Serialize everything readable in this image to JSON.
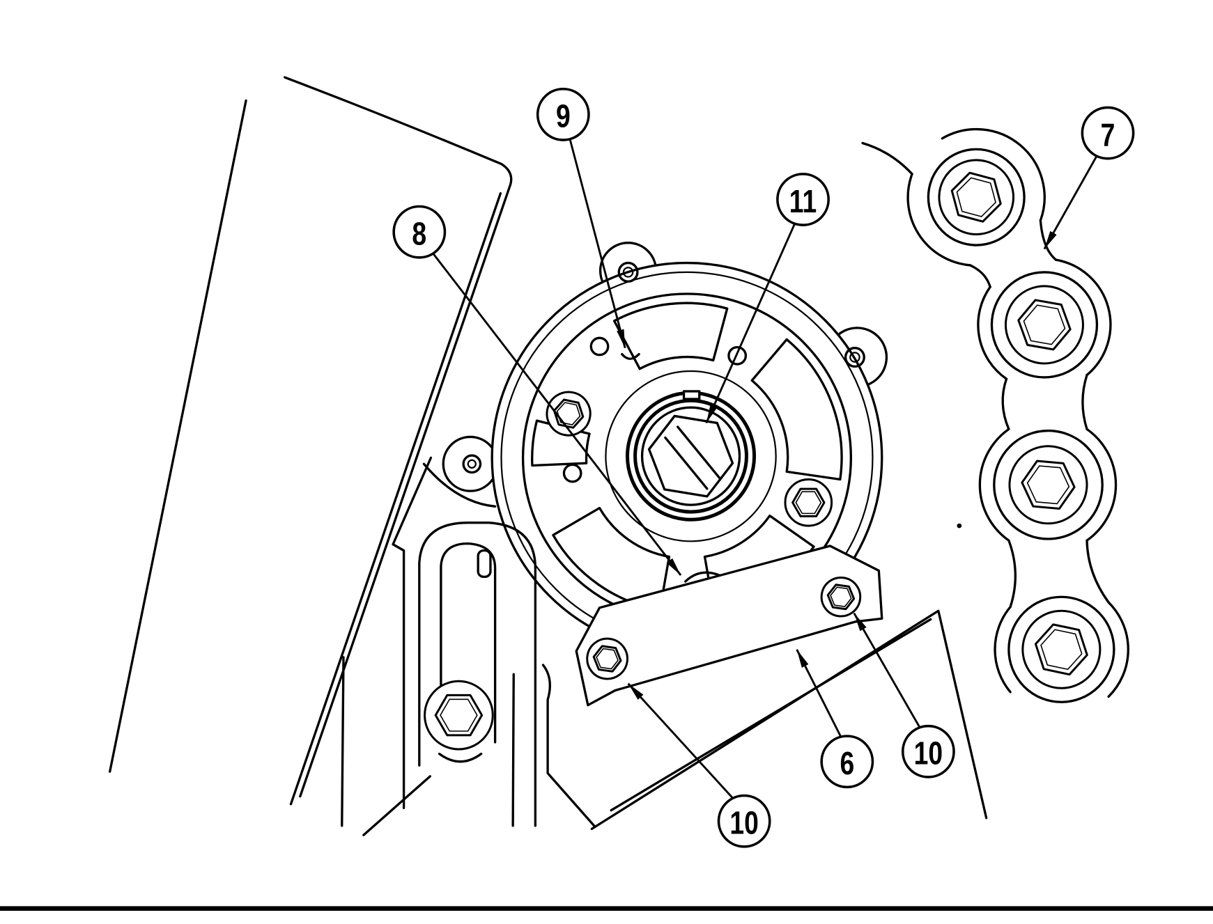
{
  "callouts": [
    {
      "label": "9"
    },
    {
      "label": "8"
    },
    {
      "label": "11"
    },
    {
      "label": "7"
    },
    {
      "label": "6"
    },
    {
      "label": "10"
    },
    {
      "label": "10"
    }
  ]
}
